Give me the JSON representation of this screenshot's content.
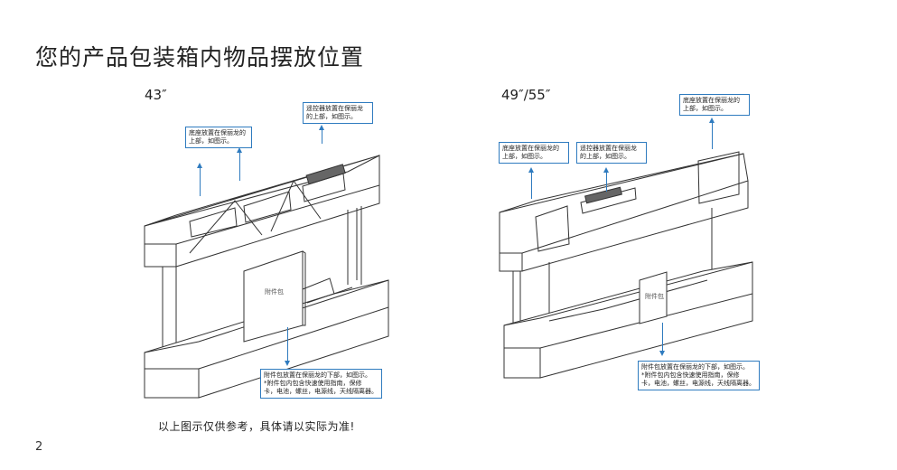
{
  "page": {
    "title": "您的产品包装箱内物品摆放位置",
    "disclaimer": "以上图示仅供参考，具体请以实际为准!",
    "page_number": "2"
  },
  "left": {
    "size_label": "43″",
    "callout_base": "底座放置在保丽龙的\n上部，如图示。",
    "callout_remote": "遥控器放置在保丽龙\n的上部，如图示。",
    "callout_accessory": "附件包放置在保丽龙的下部，如图示。\n*附件包内包含快速使用指南，保修\n卡，电池，螺丝，电源线，天线隔离器。",
    "accessory_bag_label": "附件包"
  },
  "right": {
    "size_label": "49″/55″",
    "callout_base_left": "底座放置在保丽龙的\n上部，如图示。",
    "callout_remote": "遥控器放置在保丽龙\n的上部，如图示。",
    "callout_base_right": "底座放置在保丽龙的\n上部，如图示。",
    "callout_accessory": "附件包放置在保丽龙的下部，如图示。\n*附件包内包含快速使用指南，保修\n卡，电池，螺丝，电源线，天线隔离器。",
    "accessory_bag_label": "附件包"
  },
  "colors": {
    "callout_border": "#2f7bbf",
    "line_art": "#333333"
  }
}
